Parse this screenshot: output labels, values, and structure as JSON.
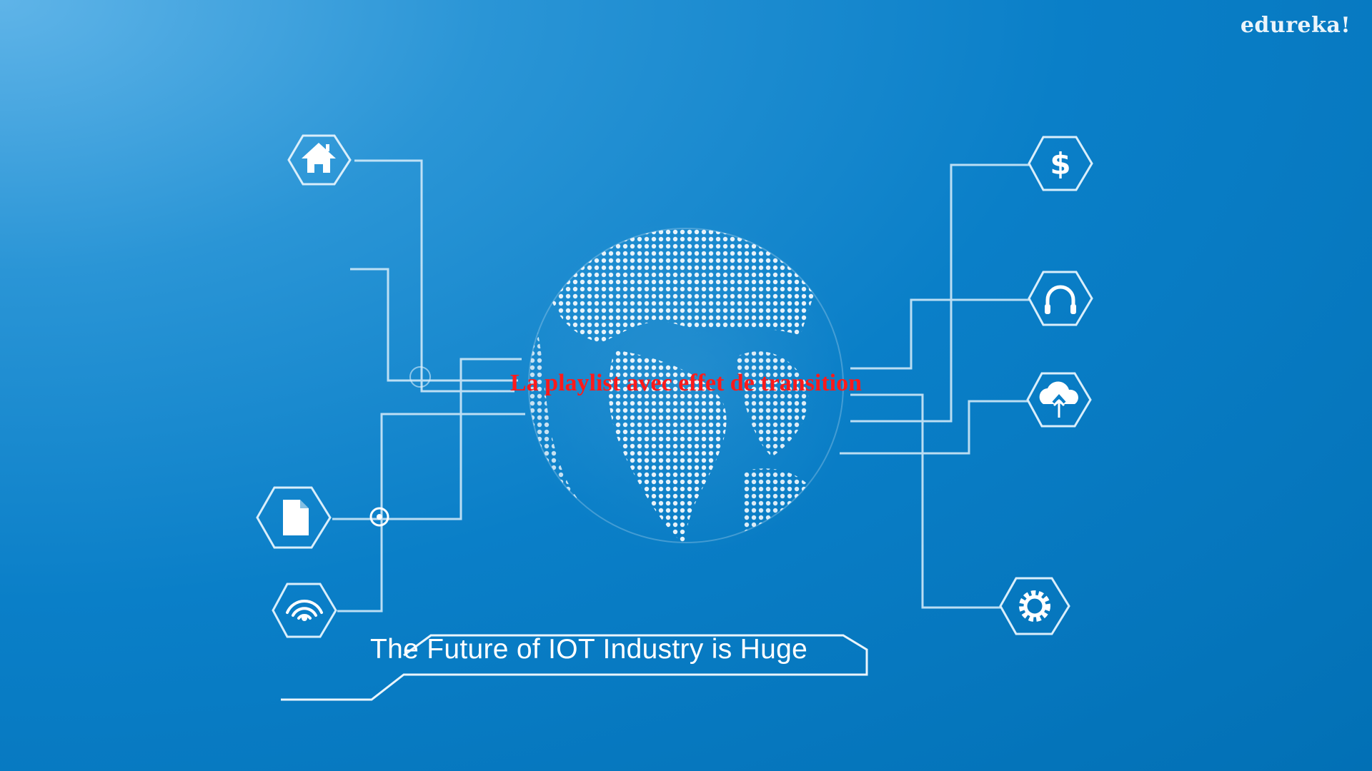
{
  "brand": {
    "logo_text": "edureka!"
  },
  "overlay": {
    "caption": "La playlist avec effet de transition"
  },
  "slide": {
    "tagline": "The Future of IOT Industry is Huge"
  },
  "icons": {
    "left": [
      "home-icon",
      "document-icon",
      "wifi-icon"
    ],
    "right": [
      "dollar-icon",
      "headphones-icon",
      "cloud-upload-icon",
      "gear-icon"
    ]
  },
  "colors": {
    "background": "#0a7fc8",
    "line": "#d9eefb",
    "overlay_text": "#ff1a1a",
    "text": "#ffffff"
  }
}
